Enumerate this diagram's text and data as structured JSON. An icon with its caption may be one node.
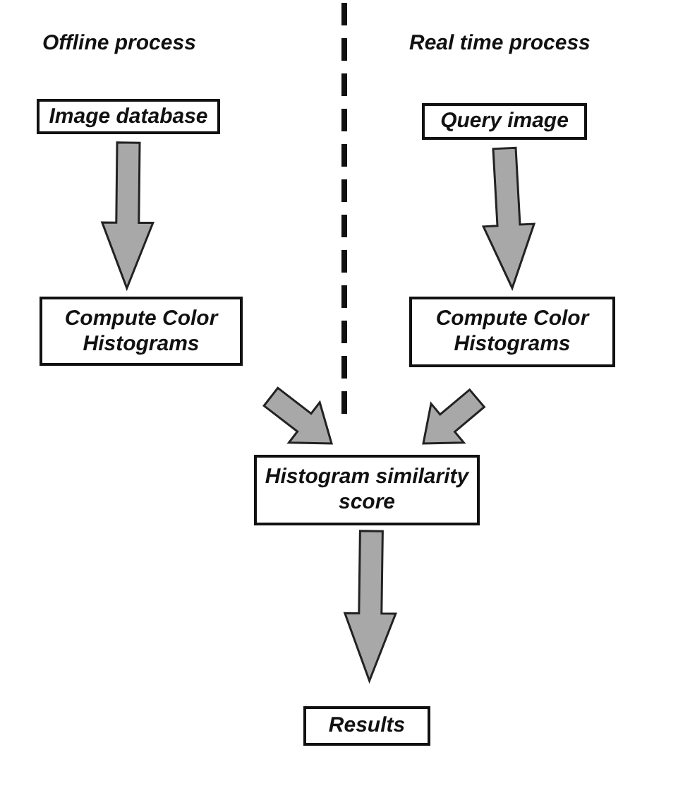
{
  "diagram": {
    "nodes": [
      {
        "text": [
          "Image database"
        ]
      },
      {
        "text": [
          "Query image"
        ]
      },
      {
        "text": [
          "Compute Color Histograms"
        ]
      },
      {
        "text": [
          "Compute Color Histograms"
        ]
      },
      {
        "text": [
          "Histogram similarity score"
        ]
      },
      {
        "text": [
          "Results"
        ]
      }
    ],
    "edges": [
      {
        "from": 0,
        "to": 2,
        "arrow": "to"
      },
      {
        "from": 1,
        "to": 3,
        "arrow": "to"
      },
      {
        "from": 2,
        "to": 4,
        "arrow": "to"
      },
      {
        "from": 3,
        "to": 4,
        "arrow": "to"
      },
      {
        "from": 4,
        "to": 5,
        "arrow": "to"
      }
    ],
    "labels": [
      "Offline process",
      "Real time process"
    ]
  }
}
